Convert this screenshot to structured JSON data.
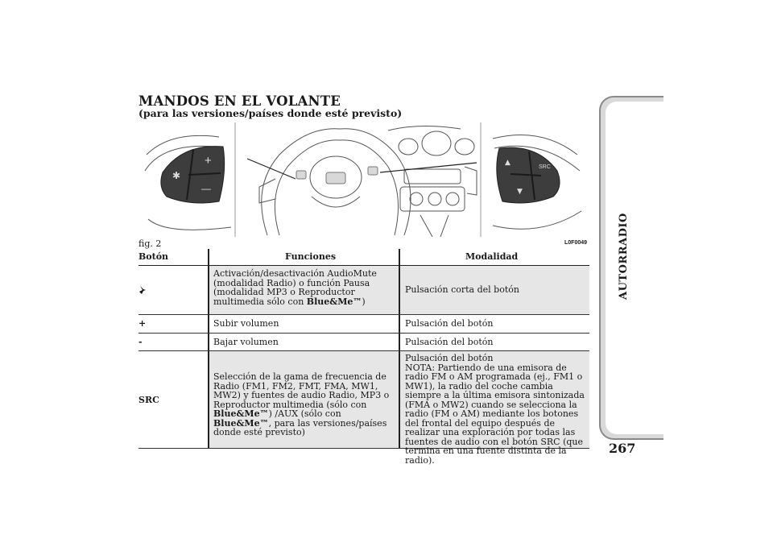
{
  "heading": {
    "title": "MANDOS EN EL VOLANTE",
    "subtitle": "(para las versiones/países donde esté previsto)"
  },
  "figure": {
    "label": "fig. 2",
    "code": "L0F0049",
    "left_pad": {
      "plus": "+",
      "minus": "—",
      "mute": "✱"
    },
    "right_pad": {
      "up": "▲",
      "src": "SRC",
      "down": "▼"
    }
  },
  "table": {
    "headers": [
      "Botón",
      "Funciones",
      "Modalidad"
    ],
    "rows": [
      {
        "button": "mute-icon",
        "function": "Activación/desactivación AudioMute (modalidad Radio) o función Pausa (modalidad MP3 o Reproductor multimedia sólo con ",
        "function_bold": "Blue&Me™",
        "function_end": ")",
        "mode": "Pulsación corta del botón"
      },
      {
        "button": "+",
        "function": "Subir volumen",
        "mode": "Pulsación del botón"
      },
      {
        "button": "-",
        "function": "Bajar volumen",
        "mode": "Pulsación del botón"
      },
      {
        "button": "SRC",
        "function_a": "Selección de la gama de frecuencia de Radio (FM1, FM2, FMT, FMA, MW1, MW2) y fuentes de audio Radio, MP3 o Reproductor multimedia (sólo con ",
        "function_b": "Blue&Me™",
        "function_c": ") /AUX (sólo con ",
        "function_d": "Blue&Me™",
        "function_e": ", para las versiones/países donde esté previsto)",
        "mode": "Pulsación del botón\nNOTA: Partiendo de una emisora de radio FM o AM programada (ej., FM1 o MW1), la radio del coche cambia siempre a la última emisora sintonizada (FMA o MW2) cuando se selecciona la radio (FM o AM) mediante los botones del frontal del equipo después de realizar una exploración por todas las fuentes de audio con el botón SRC (que termina en una fuente distinta de la radio)."
      }
    ]
  },
  "side_tab": {
    "label": "AUTORRADIO"
  },
  "page_number": "267"
}
